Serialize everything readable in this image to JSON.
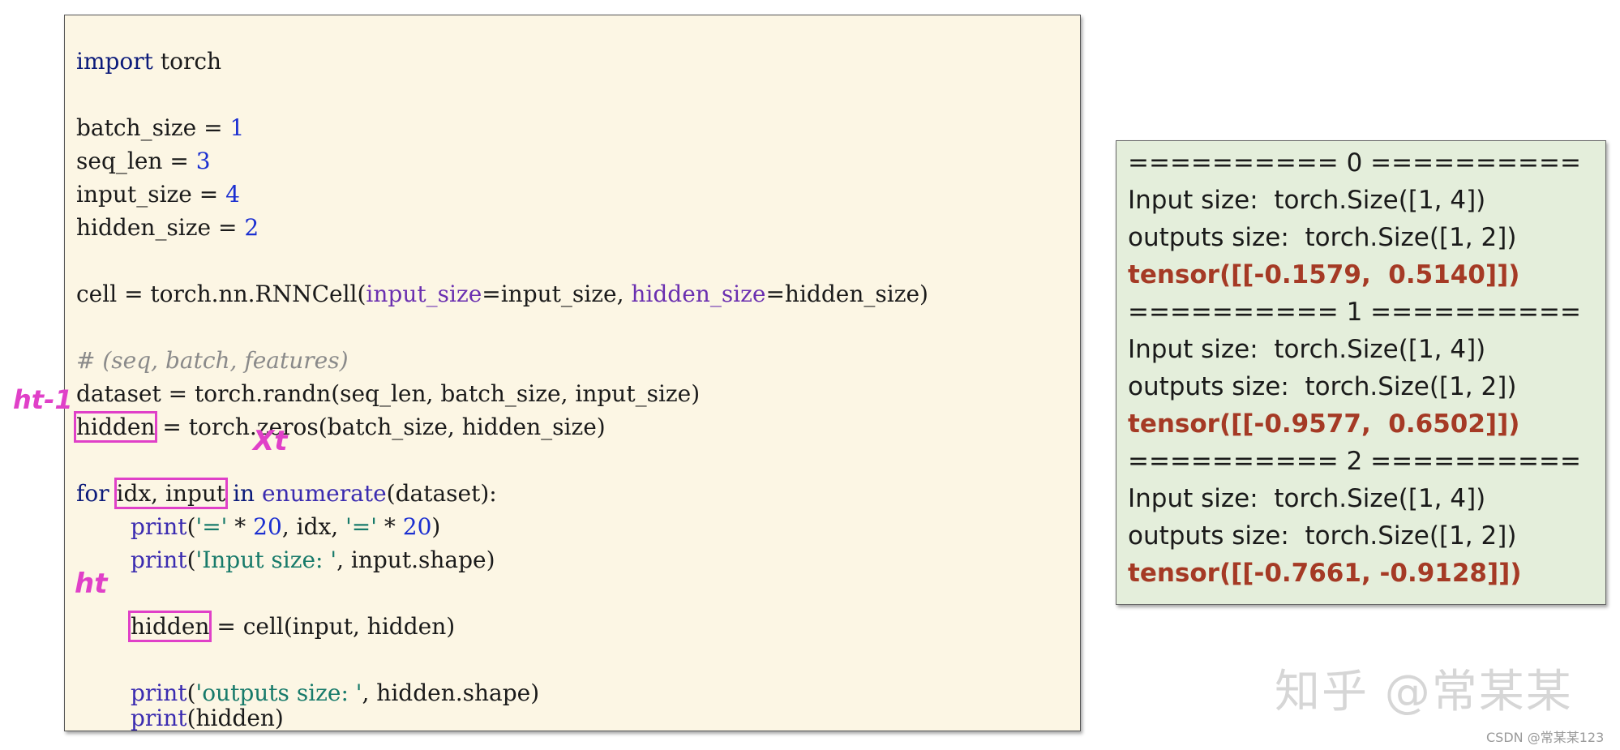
{
  "code": {
    "l1_kw": "import",
    "l1_rest": " torch",
    "l3_a": "batch_size = ",
    "l3_n": "1",
    "l4_a": "seq_len = ",
    "l4_n": "3",
    "l5_a": "input_size = ",
    "l5_n": "4",
    "l6_a": "hidden_size = ",
    "l6_n": "2",
    "l8_a": "cell = torch.nn.RNNCell(",
    "l8_k1": "input_size",
    "l8_b": "=input_size, ",
    "l8_k2": "hidden_size",
    "l8_c": "=hidden_size)",
    "l10": "# (seq, batch, features)",
    "l11": "dataset = torch.randn(seq_len, batch_size, input_size)",
    "l12_box": "hidden",
    "l12_rest": " = torch.zeros(batch_size, hidden_size)",
    "l14_kw": "for ",
    "l14_box": "idx, input",
    "l14_kw2": " in ",
    "l14_fn": "enumerate",
    "l14_rest": "(dataset):",
    "l15_fn": "print",
    "l15_a": "(",
    "l15_s1": "'='",
    "l15_b": " * ",
    "l15_n1": "20",
    "l15_c": ", idx, ",
    "l15_s2": "'='",
    "l15_d": " * ",
    "l15_n2": "20",
    "l15_e": ")",
    "l16_fn": "print",
    "l16_a": "(",
    "l16_s": "'Input size: '",
    "l16_b": ", input.shape)",
    "l18_box": "hidden",
    "l18_rest": " = cell(input, hidden)",
    "l20_fn": "print",
    "l20_a": "(",
    "l20_s": "'outputs size: '",
    "l20_b": ", hidden.shape)",
    "l21_fn": "print",
    "l21_a": "(hidden)"
  },
  "annotations": {
    "ht1": "ht-1",
    "xt": "Xt",
    "ht": "ht"
  },
  "output": [
    {
      "text": "========== 0 ==========",
      "kind": "sep"
    },
    {
      "text": "Input size:  torch.Size([1, 4])",
      "kind": "plain"
    },
    {
      "text": "outputs size:  torch.Size([1, 2])",
      "kind": "plain"
    },
    {
      "text": "tensor([[-0.1579,  0.5140]])",
      "kind": "tensor"
    },
    {
      "text": "========== 1 ==========",
      "kind": "sep"
    },
    {
      "text": "Input size:  torch.Size([1, 4])",
      "kind": "plain"
    },
    {
      "text": "outputs size:  torch.Size([1, 2])",
      "kind": "plain"
    },
    {
      "text": "tensor([[-0.9577,  0.6502]])",
      "kind": "tensor"
    },
    {
      "text": "========== 2 ==========",
      "kind": "sep"
    },
    {
      "text": "Input size:  torch.Size([1, 4])",
      "kind": "plain"
    },
    {
      "text": "outputs size:  torch.Size([1, 2])",
      "kind": "plain"
    },
    {
      "text": "tensor([[-0.7661, -0.9128]])",
      "kind": "tensor"
    }
  ],
  "watermark": "知乎 @常某某",
  "footer": "CSDN @常某某123",
  "colors": {
    "highlight": "#e040c8",
    "tensor": "#a53a25",
    "code_bg": "#fcf6e4",
    "output_bg": "#e4eedb"
  }
}
